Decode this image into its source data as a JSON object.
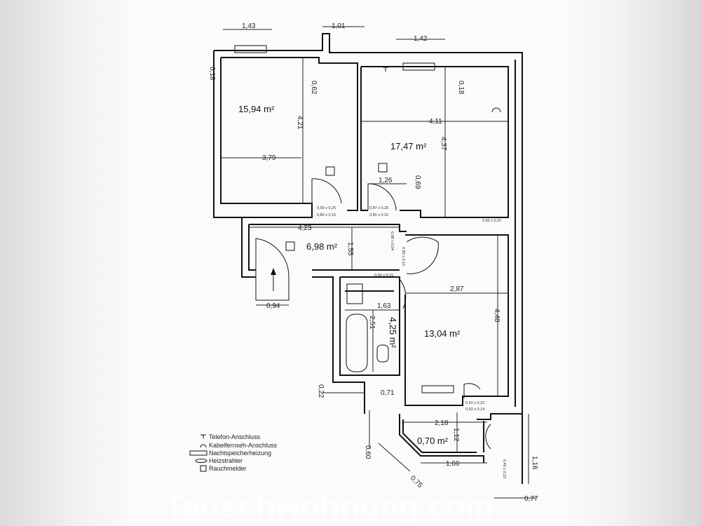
{
  "watermark": "Tauschwohnung.com",
  "rooms": [
    {
      "id": "room-1",
      "area": "15,94 m²"
    },
    {
      "id": "room-2",
      "area": "17,47 m²"
    },
    {
      "id": "hall",
      "area": "6,98 m²"
    },
    {
      "id": "bath",
      "area": "4,25 m²"
    },
    {
      "id": "room-3",
      "area": "13,04 m²"
    },
    {
      "id": "balcony",
      "area": "0,70 m²"
    }
  ],
  "dimensions": [
    "1,43",
    "1,01",
    "1,42",
    "0,18",
    "0,62",
    "0,18",
    "4,21",
    "3,79",
    "4,11",
    "4,37",
    "1,26",
    "0,69",
    "4,23",
    "1,55",
    "0,94",
    "1,63",
    "2,51",
    "2,87",
    "4,48",
    "0,22",
    "0,71",
    "2,18",
    "1,12",
    "0,60",
    "0,75",
    "1,66",
    "1,16",
    "0,77"
  ],
  "openings": [
    "0,99 x 0,25",
    "0,80 x 0,15",
    "0,87 x 0,25",
    "0,80 x 0,15",
    "0,82 x 0,15",
    "0,88 x 0,04",
    "0,80 x 0,15",
    "0,56 x 0,15",
    "0,63 x 0,22",
    "0,63 x 0,14",
    "0,49 x 0,15"
  ],
  "legend": [
    "Telefon-Anschluss",
    "Kabelfernseh-Anschluss",
    "Nachtspeicherheizung",
    "Heizstrahler",
    "Rauchmelder"
  ]
}
